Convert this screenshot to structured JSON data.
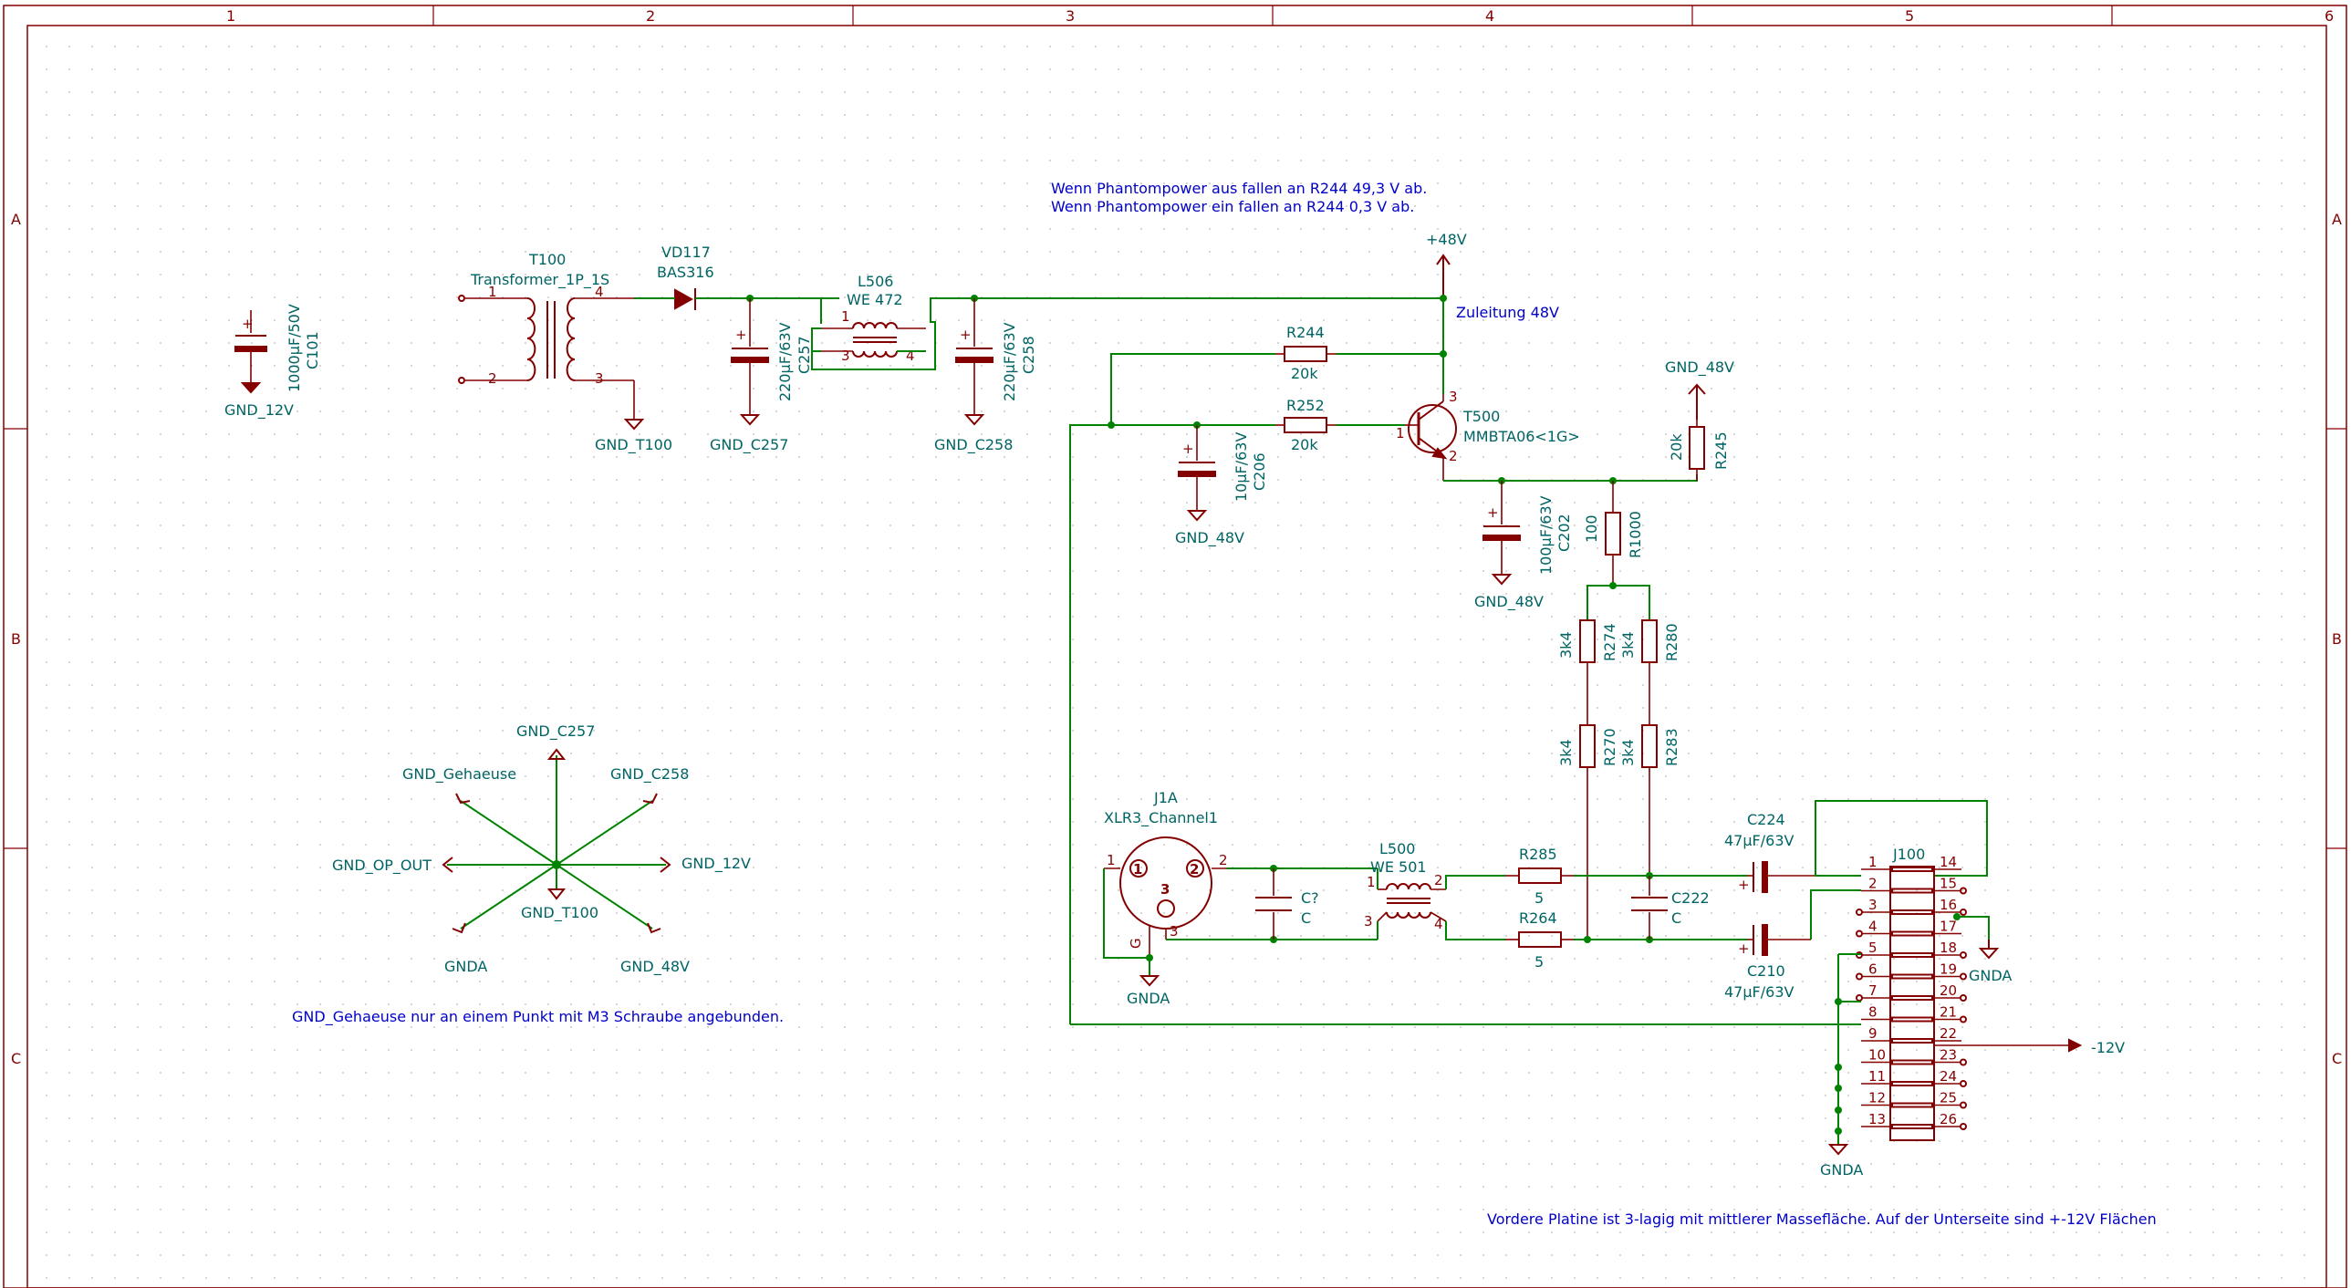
{
  "frame": {
    "columns": [
      "1",
      "2",
      "3",
      "4",
      "5",
      "6"
    ],
    "rows": [
      "A",
      "B",
      "C"
    ]
  },
  "notes": {
    "phantom_off": "Wenn Phantompower aus fallen an R244 49,3 V ab.",
    "phantom_on": "Wenn Phantompower ein fallen an R244 0,3 V ab.",
    "housing": "GND_Gehaeuse nur an einem Punkt mit M3 Schraube angebunden.",
    "board": "Vordere Platine ist 3-lagig mit mittlerer Massefläche. Auf der Unterseite sind +-12V Flächen",
    "feed": "Zuleitung 48V"
  },
  "components": {
    "C101": {
      "ref": "C101",
      "value": "1000µF/50V"
    },
    "T100": {
      "ref": "T100",
      "value": "Transformer_1P_1S"
    },
    "VD117": {
      "ref": "VD117",
      "value": "BAS316"
    },
    "C257": {
      "ref": "C257",
      "value": "220µF/63V"
    },
    "L506": {
      "ref": "L506",
      "value": "WE 472"
    },
    "C258": {
      "ref": "C258",
      "value": "220µF/63V"
    },
    "R244": {
      "ref": "R244",
      "value": "20k"
    },
    "R252": {
      "ref": "R252",
      "value": "20k"
    },
    "C206": {
      "ref": "C206",
      "value": "10µF/63V"
    },
    "T500": {
      "ref": "T500",
      "value": "MMBTA06<1G>"
    },
    "R245": {
      "ref": "R245",
      "value": "20k"
    },
    "C202": {
      "ref": "C202",
      "value": "100µF/63V"
    },
    "R1000": {
      "ref": "R1000",
      "value": "100"
    },
    "R274": {
      "ref": "R274",
      "value": "3k4"
    },
    "R280": {
      "ref": "R280",
      "value": "3k4"
    },
    "R270": {
      "ref": "R270",
      "value": "3k4"
    },
    "R283": {
      "ref": "R283",
      "value": "3k4"
    },
    "J1A": {
      "ref": "J1A",
      "value": "XLR3_Channel1"
    },
    "C_q": {
      "ref": "C?",
      "value": "C"
    },
    "L500": {
      "ref": "L500",
      "value": "WE 501"
    },
    "R285": {
      "ref": "R285",
      "value": "5"
    },
    "R264": {
      "ref": "R264",
      "value": "5"
    },
    "C222": {
      "ref": "C222",
      "value": "C"
    },
    "C224": {
      "ref": "C224",
      "value": "47µF/63V"
    },
    "C210": {
      "ref": "C210",
      "value": "47µF/63V"
    },
    "J100": {
      "ref": "J100"
    }
  },
  "power": {
    "gnd_12v": "GND_12V",
    "gnd_t100": "GND_T100",
    "gnd_c257": "GND_C257",
    "gnd_c258": "GND_C258",
    "plus48": "+48V",
    "gnd_48v": "GND_48V",
    "gnd_48v_b": "GND_48V",
    "gnd_48v_c": "GND_48V",
    "gnd_48v_d": "GND_48V",
    "gnda": "GNDA",
    "gnda_b": "GNDA",
    "gnda_c": "GNDA",
    "gnda_d": "GNDA",
    "minus12": "-12V",
    "gnd_gehaeuse": "GND_Gehaeuse",
    "gnd_op_out": "GND_OP_OUT",
    "gnd_c257_b": "GND_C257",
    "gnd_c258_b": "GND_C258",
    "gnd_12v_b": "GND_12V",
    "gnd_t100_b": "GND_T100"
  },
  "pins": {
    "j100_left": [
      "1",
      "2",
      "3",
      "4",
      "5",
      "6",
      "7",
      "8",
      "9",
      "10",
      "11",
      "12",
      "13"
    ],
    "j100_right": [
      "14",
      "15",
      "16",
      "17",
      "18",
      "19",
      "20",
      "21",
      "22",
      "23",
      "24",
      "25",
      "26"
    ],
    "one": "1",
    "two": "2",
    "three": "3",
    "four": "4",
    "g": "G"
  },
  "colors": {
    "component": "#840000",
    "wire": "#008400",
    "label": "#006464",
    "note": "#0000c8"
  }
}
